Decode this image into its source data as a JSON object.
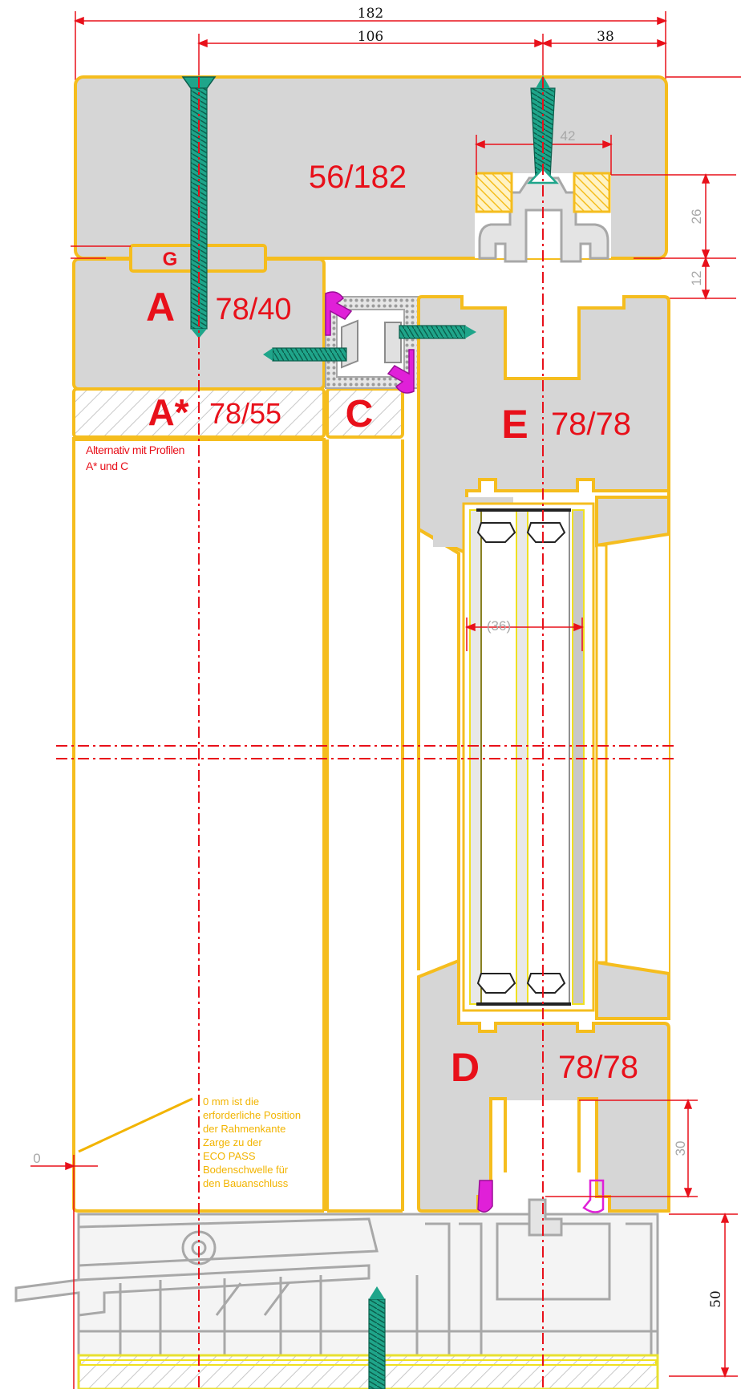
{
  "dimensions": {
    "overall_width": "182",
    "left_to_axis": "106",
    "axis_to_right": "38",
    "gasket_width": "42",
    "vertical_26": "26",
    "vertical_12": "12",
    "glass_thickness": "(36)",
    "vertical_30": "30",
    "vertical_50": "50",
    "zero_offset": "0"
  },
  "parts": {
    "top_section": "56/182",
    "g_label": "G",
    "a_label": "A",
    "a_section": "78/40",
    "a_star_label": "A*",
    "a_star_section": "78/55",
    "c_label": "C",
    "e_label": "E",
    "e_section": "78/78",
    "d_label": "D",
    "d_section": "78/78"
  },
  "notes": {
    "alternative_line1": "Alternativ mit Profilen",
    "alternative_line2": "A* und C",
    "position_note": [
      "0 mm ist die",
      "erforderliche Position",
      "der Rahmenkante",
      "Zarge  zu der",
      "ECO PASS",
      "Bodenschwelle für",
      "den Bauanschluss"
    ]
  },
  "colors": {
    "frame_outline": "#f5bd1e",
    "profile_fill": "#d4d4d4",
    "dimension_red": "#e8101a",
    "screw_teal": "#1fa58a",
    "gasket_magenta": "#e020d8",
    "note_yellow": "#f2b400",
    "threshold_gray": "#a8a8a8"
  },
  "icons": [
    "screw-icon",
    "gasket-icon",
    "spacer-icon"
  ]
}
